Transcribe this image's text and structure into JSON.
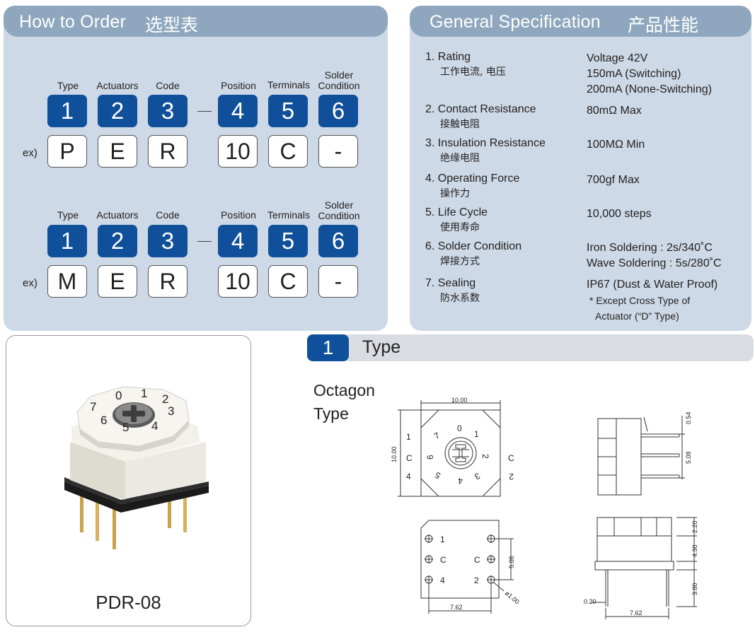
{
  "order": {
    "title": "How to Order",
    "title_cn": "选型表",
    "columns": [
      "Type",
      "Actuators",
      "Code",
      "Position",
      "Terminals",
      "Solder Condition"
    ],
    "numbers": [
      "1",
      "2",
      "3",
      "4",
      "5",
      "6"
    ],
    "ex_label": "ex)",
    "examples": [
      [
        "P",
        "E",
        "R",
        "10",
        "C",
        "-"
      ],
      [
        "M",
        "E",
        "R",
        "10",
        "C",
        "-"
      ]
    ]
  },
  "spec": {
    "title": "General Specification",
    "title_cn": "产品性能",
    "items": [
      {
        "name": "1. Rating",
        "cn": "工作电流, 电压",
        "values": [
          "Voltage 42V",
          "150mA (Switching)",
          "200mA (None-Switching)"
        ]
      },
      {
        "name": "2. Contact Resistance",
        "cn": "接触电阻",
        "values": [
          "80mΩ  Max"
        ]
      },
      {
        "name": "3. Insulation Resistance",
        "cn": "绝缘电阻",
        "values": [
          "100MΩ  Min"
        ]
      },
      {
        "name": "4. Operating Force",
        "cn": "操作力",
        "values": [
          "700gf  Max"
        ]
      },
      {
        "name": "5. Life Cycle",
        "cn": "使用寿命",
        "values": [
          "10,000 steps"
        ]
      },
      {
        "name": "6. Solder Condition",
        "cn": "焊接方式",
        "values": [
          "Iron Soldering : 2s/340˚C",
          "Wave Soldering : 5s/280˚C"
        ]
      },
      {
        "name": "7. Sealing",
        "cn": "防水系数",
        "values": [
          "IP67 (Dust & Water Proof)"
        ],
        "note": [
          "* Except Cross Type of",
          "Actuator (“D” Type)"
        ]
      }
    ]
  },
  "product": {
    "model": "PDR-08",
    "dial_digits": [
      "0",
      "1",
      "2",
      "3",
      "4",
      "5",
      "6",
      "7"
    ]
  },
  "type_section": {
    "number": "1",
    "title": "Type",
    "subtype_line1": "Octagon",
    "subtype_line2": "Type"
  },
  "drawings": {
    "top_width": "10.00",
    "top_height": "10.00",
    "pins": [
      "1",
      "C",
      "4",
      "C",
      "2"
    ],
    "dial_digits": [
      "0",
      "1",
      "2",
      "3",
      "4",
      "5",
      "6",
      "7"
    ],
    "side_dim_top": "0.54",
    "side_dim_mid": "5.08",
    "bottom_pitch_v": "5.08",
    "bottom_hole": "ø1.00",
    "bottom_pitch_h": "7.62",
    "front_dim_top": "2.20",
    "front_dim_mid": "4.30",
    "front_dim_bot": "3.80",
    "front_pin": "0.20",
    "front_pitch": "7.62"
  }
}
